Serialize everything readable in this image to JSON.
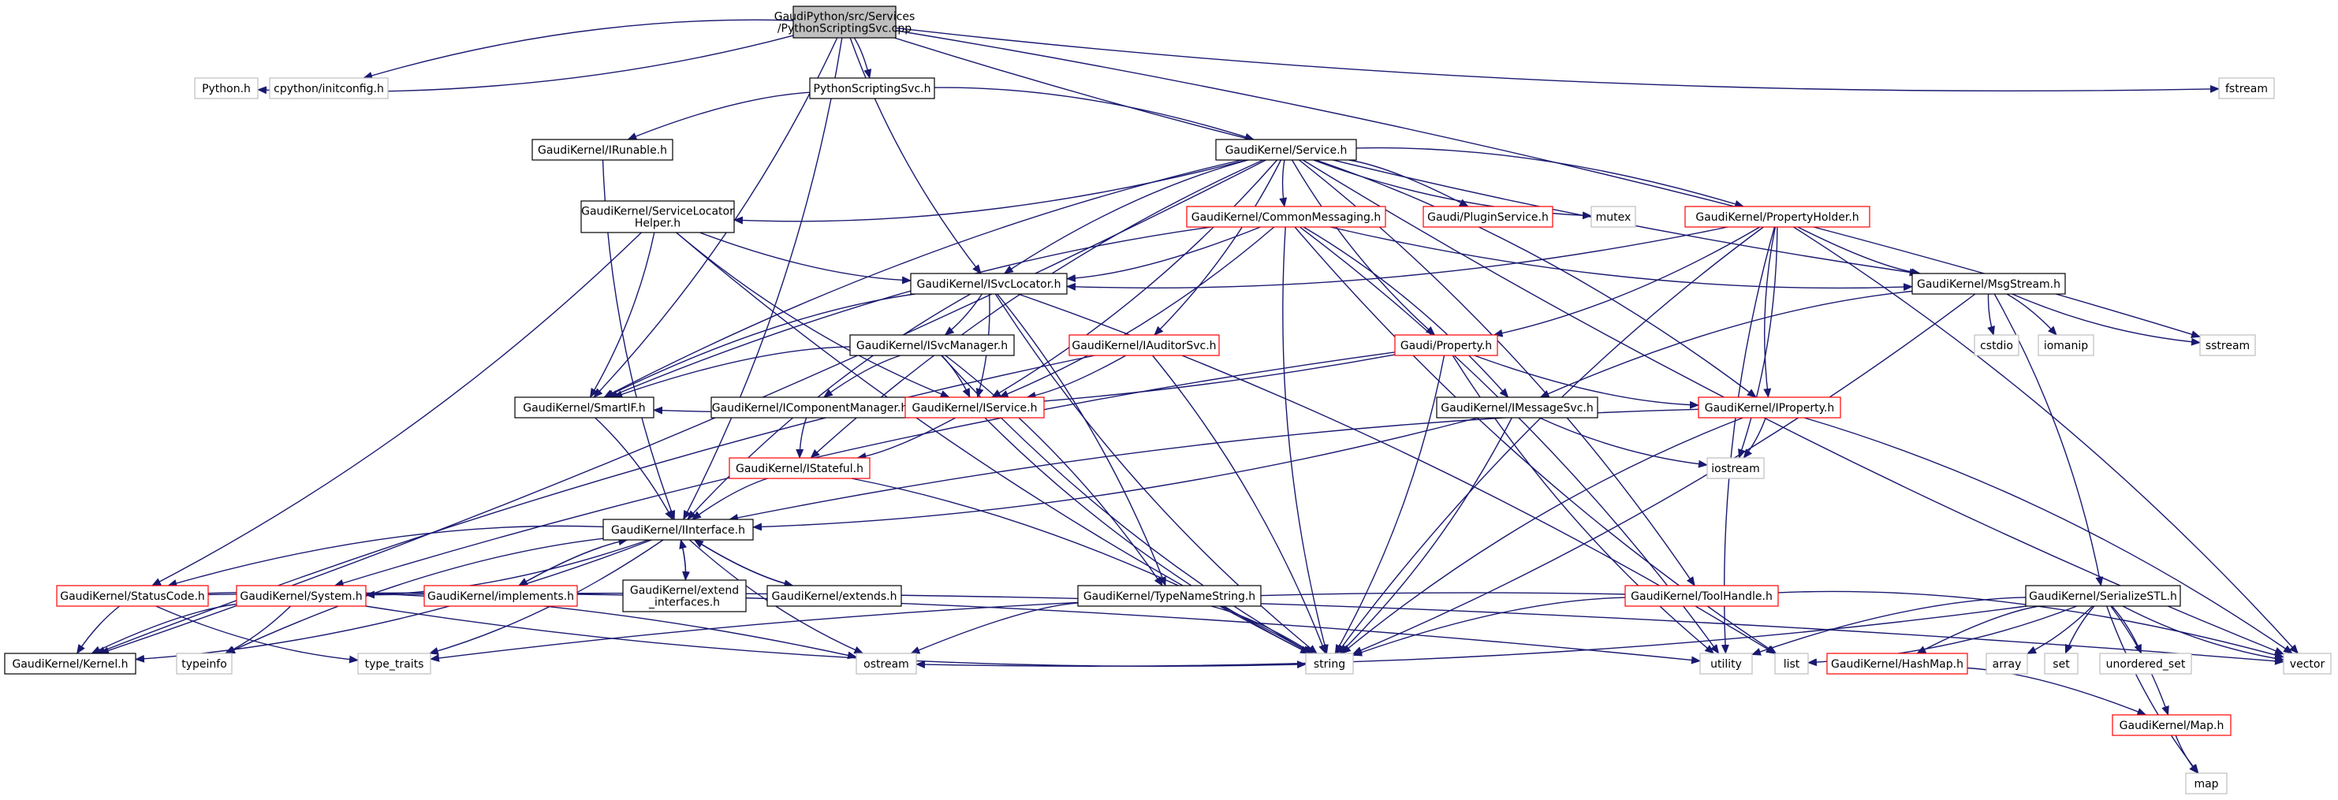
{
  "diagram": {
    "colors": {
      "edge": "#191970",
      "root_fill": "#bfbfbf",
      "border_black": "#000000",
      "border_red": "#ff0000",
      "border_gray": "#bfbfbf"
    },
    "nodes": [
      {
        "id": "root",
        "lines": [
          "GaudiPython/src/Services",
          "/PythonScriptingSvc.cpp"
        ],
        "style": "root"
      },
      {
        "id": "python_h",
        "lines": [
          "Python.h"
        ],
        "style": "gray"
      },
      {
        "id": "cpython_initconfig",
        "lines": [
          "cpython/initconfig.h"
        ],
        "style": "gray"
      },
      {
        "id": "pythonscriptingsvc_h",
        "lines": [
          "PythonScriptingSvc.h"
        ],
        "style": "black"
      },
      {
        "id": "fstream",
        "lines": [
          "fstream"
        ],
        "style": "gray"
      },
      {
        "id": "irunable",
        "lines": [
          "GaudiKernel/IRunable.h"
        ],
        "style": "black"
      },
      {
        "id": "service_h",
        "lines": [
          "GaudiKernel/Service.h"
        ],
        "style": "black"
      },
      {
        "id": "servicelocatorhelper",
        "lines": [
          "GaudiKernel/ServiceLocator",
          "Helper.h"
        ],
        "style": "black"
      },
      {
        "id": "commonmessaging",
        "lines": [
          "GaudiKernel/CommonMessaging.h"
        ],
        "style": "red"
      },
      {
        "id": "pluginservice",
        "lines": [
          "Gaudi/PluginService.h"
        ],
        "style": "red"
      },
      {
        "id": "mutex",
        "lines": [
          "mutex"
        ],
        "style": "gray"
      },
      {
        "id": "propertyholder",
        "lines": [
          "GaudiKernel/PropertyHolder.h"
        ],
        "style": "red"
      },
      {
        "id": "isvclocator",
        "lines": [
          "GaudiKernel/ISvcLocator.h"
        ],
        "style": "black"
      },
      {
        "id": "msgstream",
        "lines": [
          "GaudiKernel/MsgStream.h"
        ],
        "style": "black"
      },
      {
        "id": "isvcmanager",
        "lines": [
          "GaudiKernel/ISvcManager.h"
        ],
        "style": "black"
      },
      {
        "id": "iauditorsvc",
        "lines": [
          "GaudiKernel/IAuditorSvc.h"
        ],
        "style": "red"
      },
      {
        "id": "gaudi_property",
        "lines": [
          "Gaudi/Property.h"
        ],
        "style": "red"
      },
      {
        "id": "cstdio",
        "lines": [
          "cstdio"
        ],
        "style": "gray"
      },
      {
        "id": "iomanip",
        "lines": [
          "iomanip"
        ],
        "style": "gray"
      },
      {
        "id": "sstream",
        "lines": [
          "sstream"
        ],
        "style": "gray"
      },
      {
        "id": "smartif",
        "lines": [
          "GaudiKernel/SmartIF.h"
        ],
        "style": "black"
      },
      {
        "id": "icomponentmanager",
        "lines": [
          "GaudiKernel/IComponentManager.h"
        ],
        "style": "black"
      },
      {
        "id": "iservice",
        "lines": [
          "GaudiKernel/IService.h"
        ],
        "style": "red"
      },
      {
        "id": "imessagesvc",
        "lines": [
          "GaudiKernel/IMessageSvc.h"
        ],
        "style": "black"
      },
      {
        "id": "iproperty",
        "lines": [
          "GaudiKernel/IProperty.h"
        ],
        "style": "red"
      },
      {
        "id": "istateful",
        "lines": [
          "GaudiKernel/IStateful.h"
        ],
        "style": "red"
      },
      {
        "id": "iostream",
        "lines": [
          "iostream"
        ],
        "style": "gray"
      },
      {
        "id": "iinterface",
        "lines": [
          "GaudiKernel/IInterface.h"
        ],
        "style": "black"
      },
      {
        "id": "statuscode",
        "lines": [
          "GaudiKernel/StatusCode.h"
        ],
        "style": "red"
      },
      {
        "id": "system_h",
        "lines": [
          "GaudiKernel/System.h"
        ],
        "style": "red"
      },
      {
        "id": "implements",
        "lines": [
          "GaudiKernel/implements.h"
        ],
        "style": "red"
      },
      {
        "id": "extend_interfaces",
        "lines": [
          "GaudiKernel/extend",
          "_interfaces.h"
        ],
        "style": "black"
      },
      {
        "id": "extends",
        "lines": [
          "GaudiKernel/extends.h"
        ],
        "style": "black"
      },
      {
        "id": "typenamestring",
        "lines": [
          "GaudiKernel/TypeNameString.h"
        ],
        "style": "black"
      },
      {
        "id": "toolhandle",
        "lines": [
          "GaudiKernel/ToolHandle.h"
        ],
        "style": "red"
      },
      {
        "id": "serializestl",
        "lines": [
          "GaudiKernel/SerializeSTL.h"
        ],
        "style": "black"
      },
      {
        "id": "kernel_h",
        "lines": [
          "GaudiKernel/Kernel.h"
        ],
        "style": "black"
      },
      {
        "id": "typeinfo",
        "lines": [
          "typeinfo"
        ],
        "style": "gray"
      },
      {
        "id": "type_traits",
        "lines": [
          "type_traits"
        ],
        "style": "gray"
      },
      {
        "id": "ostream",
        "lines": [
          "ostream"
        ],
        "style": "gray"
      },
      {
        "id": "string",
        "lines": [
          "string"
        ],
        "style": "gray"
      },
      {
        "id": "utility",
        "lines": [
          "utility"
        ],
        "style": "gray"
      },
      {
        "id": "list",
        "lines": [
          "list"
        ],
        "style": "gray"
      },
      {
        "id": "hashmap",
        "lines": [
          "GaudiKernel/HashMap.h"
        ],
        "style": "red"
      },
      {
        "id": "array",
        "lines": [
          "array"
        ],
        "style": "gray"
      },
      {
        "id": "set",
        "lines": [
          "set"
        ],
        "style": "gray"
      },
      {
        "id": "unordered_set",
        "lines": [
          "unordered_set"
        ],
        "style": "gray"
      },
      {
        "id": "vector",
        "lines": [
          "vector"
        ],
        "style": "gray"
      },
      {
        "id": "map_h",
        "lines": [
          "GaudiKernel/Map.h"
        ],
        "style": "red"
      },
      {
        "id": "map",
        "lines": [
          "map"
        ],
        "style": "gray"
      }
    ],
    "edges": [
      [
        "root",
        "python_h"
      ],
      [
        "root",
        "cpython_initconfig"
      ],
      [
        "root",
        "pythonscriptingsvc_h"
      ],
      [
        "root",
        "fstream"
      ],
      [
        "root",
        "sstream"
      ],
      [
        "root",
        "isvclocator"
      ],
      [
        "root",
        "smartif"
      ],
      [
        "root",
        "msgstream"
      ],
      [
        "root",
        "iinterface"
      ],
      [
        "pythonscriptingsvc_h",
        "irunable"
      ],
      [
        "pythonscriptingsvc_h",
        "service_h"
      ],
      [
        "irunable",
        "iinterface"
      ],
      [
        "service_h",
        "servicelocatorhelper"
      ],
      [
        "service_h",
        "commonmessaging"
      ],
      [
        "service_h",
        "pluginservice"
      ],
      [
        "service_h",
        "mutex"
      ],
      [
        "service_h",
        "propertyholder"
      ],
      [
        "service_h",
        "isvclocator"
      ],
      [
        "service_h",
        "iauditorsvc"
      ],
      [
        "service_h",
        "gaudi_property"
      ],
      [
        "service_h",
        "toolhandle"
      ],
      [
        "service_h",
        "vector"
      ],
      [
        "service_h",
        "iproperty"
      ],
      [
        "service_h",
        "smartif"
      ],
      [
        "service_h",
        "iservice"
      ],
      [
        "service_h",
        "istateful"
      ],
      [
        "service_h",
        "kernel_h"
      ],
      [
        "servicelocatorhelper",
        "isvclocator"
      ],
      [
        "servicelocatorhelper",
        "smartif"
      ],
      [
        "servicelocatorhelper",
        "iservice"
      ],
      [
        "servicelocatorhelper",
        "statuscode"
      ],
      [
        "servicelocatorhelper",
        "string"
      ],
      [
        "commonmessaging",
        "isvclocator"
      ],
      [
        "commonmessaging",
        "msgstream"
      ],
      [
        "commonmessaging",
        "imessagesvc"
      ],
      [
        "commonmessaging",
        "smartif"
      ],
      [
        "commonmessaging",
        "iservice"
      ],
      [
        "commonmessaging",
        "string"
      ],
      [
        "commonmessaging",
        "utility"
      ],
      [
        "commonmessaging",
        "list"
      ],
      [
        "propertyholder",
        "isvclocator"
      ],
      [
        "propertyholder",
        "msgstream"
      ],
      [
        "propertyholder",
        "gaudi_property"
      ],
      [
        "propertyholder",
        "iproperty"
      ],
      [
        "propertyholder",
        "iostream"
      ],
      [
        "propertyholder",
        "string"
      ],
      [
        "propertyholder",
        "vector"
      ],
      [
        "propertyholder",
        "utility"
      ],
      [
        "isvclocator",
        "isvcmanager"
      ],
      [
        "isvclocator",
        "smartif"
      ],
      [
        "isvclocator",
        "iservice"
      ],
      [
        "isvclocator",
        "iinterface"
      ],
      [
        "isvclocator",
        "typenamestring"
      ],
      [
        "isvclocator",
        "string"
      ],
      [
        "isvclocator",
        "list"
      ],
      [
        "msgstream",
        "imessagesvc"
      ],
      [
        "msgstream",
        "serializestl"
      ],
      [
        "msgstream",
        "cstdio"
      ],
      [
        "msgstream",
        "iomanip"
      ],
      [
        "msgstream",
        "sstream"
      ],
      [
        "msgstream",
        "string"
      ],
      [
        "isvcmanager",
        "icomponentmanager"
      ],
      [
        "isvcmanager",
        "iservice"
      ],
      [
        "isvcmanager",
        "smartif"
      ],
      [
        "isvcmanager",
        "typenamestring"
      ],
      [
        "isvcmanager",
        "string"
      ],
      [
        "iauditorsvc",
        "iservice"
      ],
      [
        "iauditorsvc",
        "kernel_h"
      ],
      [
        "iauditorsvc",
        "string"
      ],
      [
        "gaudi_property",
        "iproperty"
      ],
      [
        "gaudi_property",
        "smartif"
      ],
      [
        "gaudi_property",
        "system_h"
      ],
      [
        "gaudi_property",
        "string"
      ],
      [
        "gaudi_property",
        "utility"
      ],
      [
        "smartif",
        "iinterface"
      ],
      [
        "icomponentmanager",
        "istateful"
      ],
      [
        "iservice",
        "istateful"
      ],
      [
        "iservice",
        "string"
      ],
      [
        "imessagesvc",
        "iinterface"
      ],
      [
        "imessagesvc",
        "iostream"
      ],
      [
        "imessagesvc",
        "string"
      ],
      [
        "iproperty",
        "iinterface"
      ],
      [
        "iproperty",
        "iostream"
      ],
      [
        "iproperty",
        "string"
      ],
      [
        "iproperty",
        "vector"
      ],
      [
        "istateful",
        "iinterface"
      ],
      [
        "istateful",
        "string"
      ],
      [
        "iinterface",
        "statuscode"
      ],
      [
        "iinterface",
        "system_h"
      ],
      [
        "iinterface",
        "implements"
      ],
      [
        "iinterface",
        "extend_interfaces"
      ],
      [
        "iinterface",
        "extends"
      ],
      [
        "iinterface",
        "kernel_h"
      ],
      [
        "iinterface",
        "typeinfo"
      ],
      [
        "iinterface",
        "type_traits"
      ],
      [
        "iinterface",
        "ostream"
      ],
      [
        "implements",
        "iinterface"
      ],
      [
        "extend_interfaces",
        "iinterface"
      ],
      [
        "extends",
        "iinterface"
      ],
      [
        "statuscode",
        "kernel_h"
      ],
      [
        "statuscode",
        "ostream"
      ],
      [
        "statuscode",
        "type_traits"
      ],
      [
        "statuscode",
        "utility"
      ],
      [
        "system_h",
        "kernel_h"
      ],
      [
        "system_h",
        "typeinfo"
      ],
      [
        "system_h",
        "string"
      ],
      [
        "system_h",
        "vector"
      ],
      [
        "typenamestring",
        "ostream"
      ],
      [
        "typenamestring",
        "string"
      ],
      [
        "toolhandle",
        "string"
      ],
      [
        "toolhandle",
        "vector"
      ],
      [
        "toolhandle",
        "type_traits"
      ],
      [
        "serializestl",
        "ostream"
      ],
      [
        "serializestl",
        "utility"
      ],
      [
        "serializestl",
        "list"
      ],
      [
        "serializestl",
        "hashmap"
      ],
      [
        "serializestl",
        "array"
      ],
      [
        "serializestl",
        "set"
      ],
      [
        "serializestl",
        "unordered_set"
      ],
      [
        "serializestl",
        "vector"
      ],
      [
        "serializestl",
        "map_h"
      ],
      [
        "serializestl",
        "map"
      ],
      [
        "hashmap",
        "map_h"
      ],
      [
        "map_h",
        "map"
      ]
    ]
  }
}
